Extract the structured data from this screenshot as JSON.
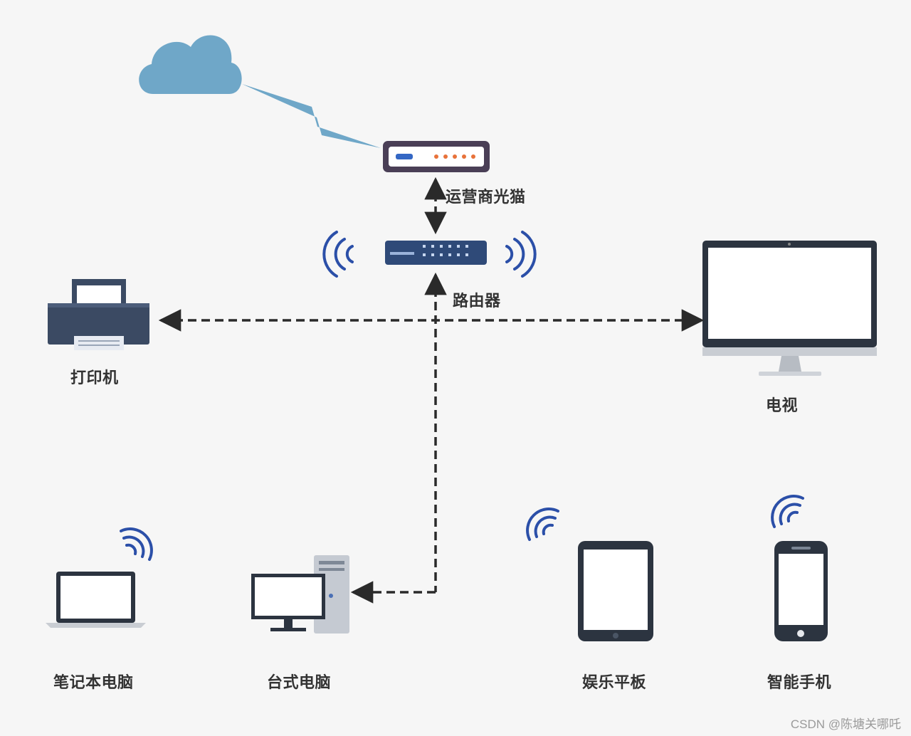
{
  "nodes": {
    "modem": {
      "label": "运营商光猫"
    },
    "router": {
      "label": "路由器"
    },
    "printer": {
      "label": "打印机"
    },
    "tv": {
      "label": "电视"
    },
    "laptop": {
      "label": "笔记本电脑"
    },
    "desktop": {
      "label": "台式电脑"
    },
    "tablet": {
      "label": "娱乐平板"
    },
    "phone": {
      "label": "智能手机"
    }
  },
  "watermark": "CSDN @陈塘关哪吒",
  "colors": {
    "cloud": "#6fa7c8",
    "lightning": "#6fa7c8",
    "wifi": "#2b4fa8",
    "device_body": "#3b4a63",
    "connector": "#2a2a2a"
  }
}
